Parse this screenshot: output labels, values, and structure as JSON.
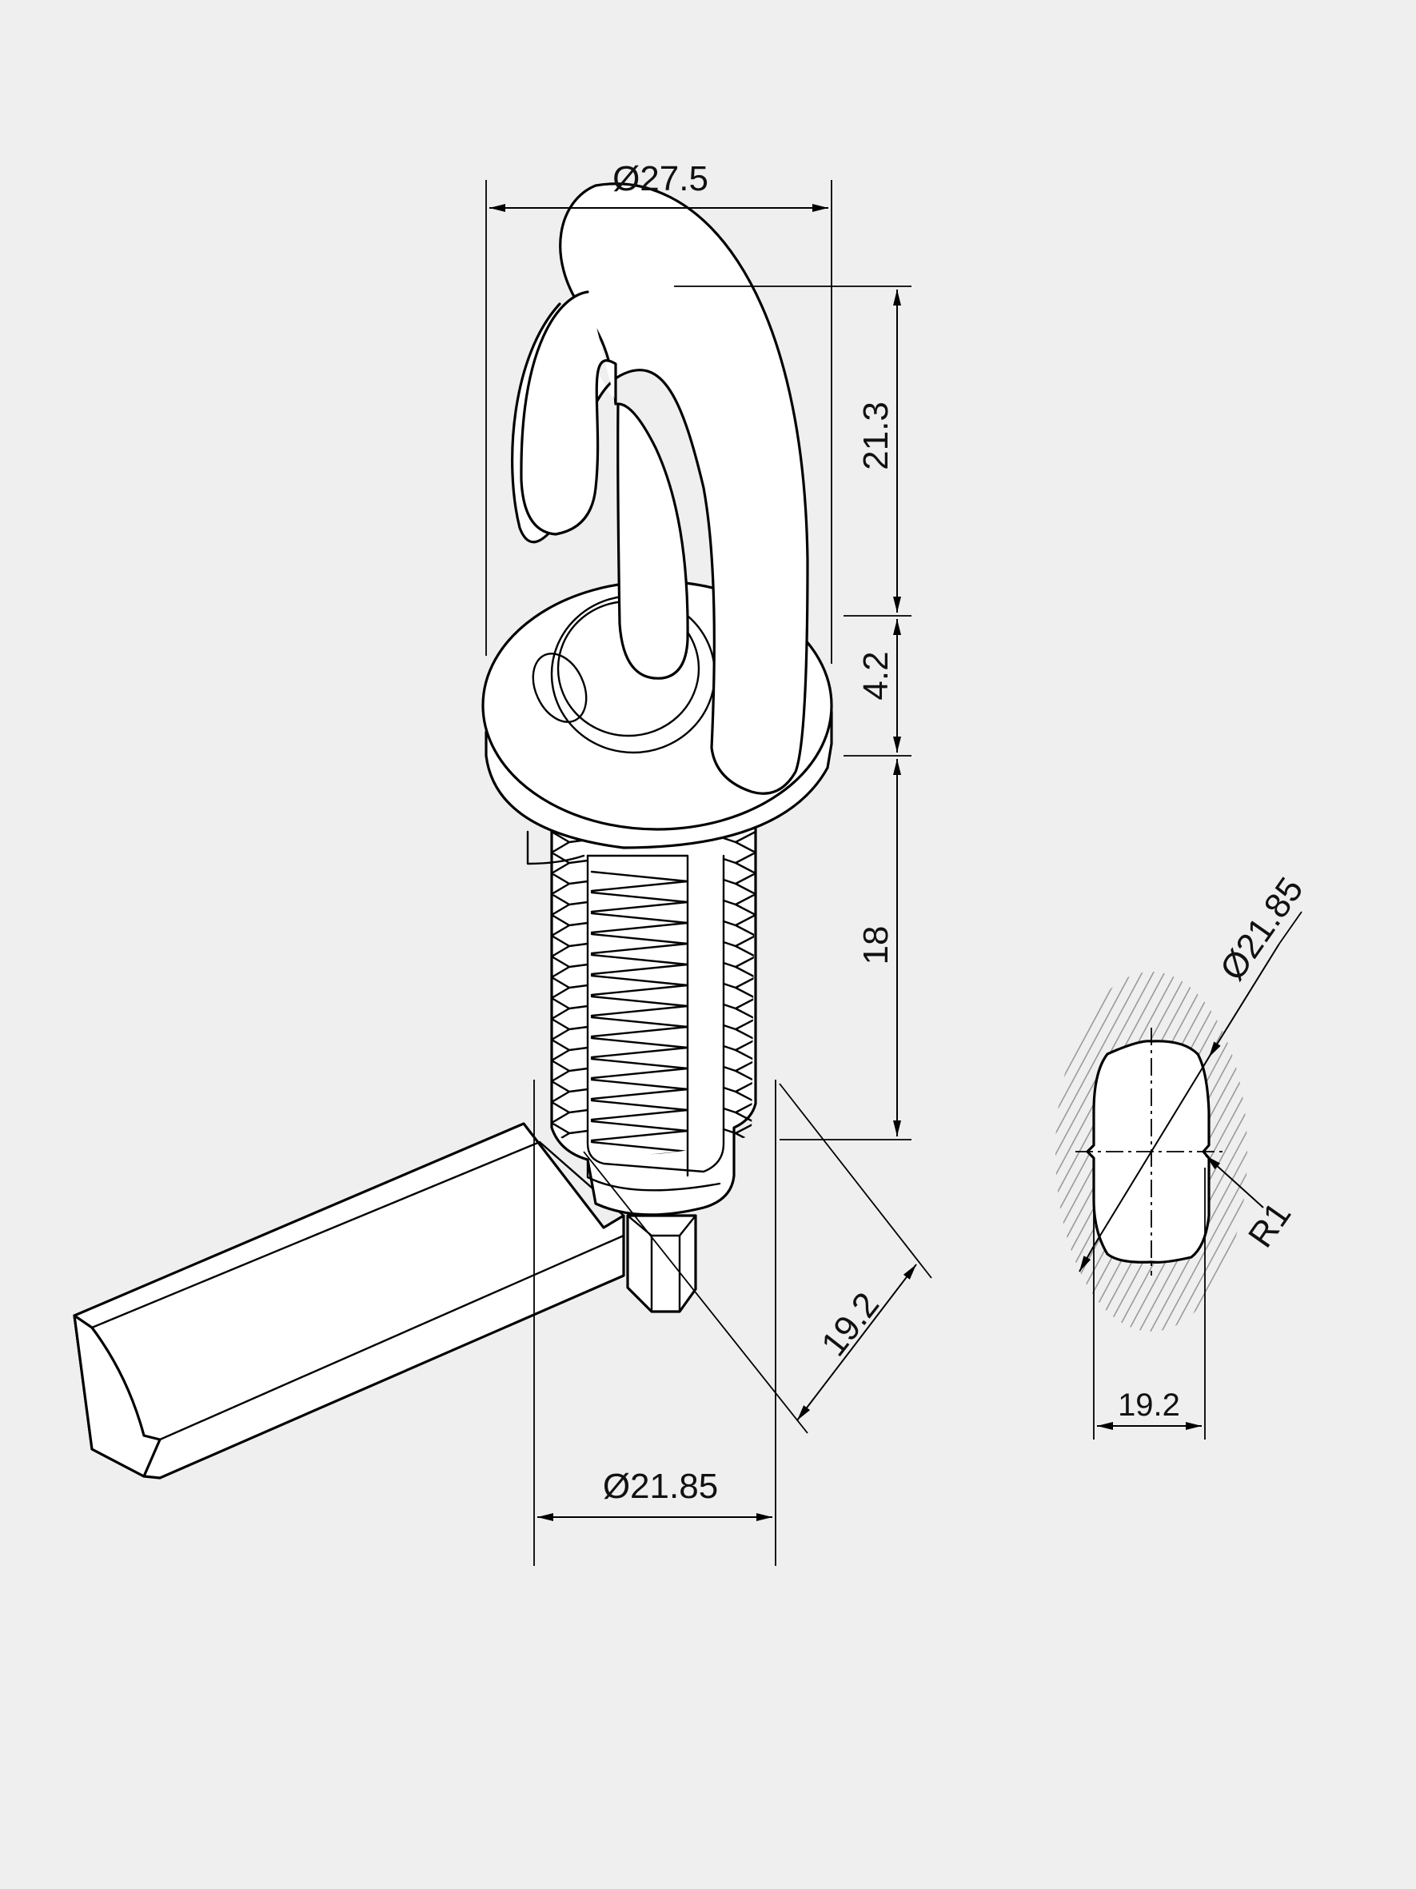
{
  "dimensions": {
    "flange_diameter": "Ø27.5",
    "hook_height": "21.3",
    "flange_thickness": "4.2",
    "body_length": "18",
    "body_diameter": "Ø21.85",
    "flat_width_iso": "19.2",
    "section_diameter": "Ø21.85",
    "section_radius": "R1",
    "section_flat_width": "19.2"
  },
  "colors": {
    "background": "#efefef",
    "line": "#000000",
    "part_fill": "#ffffff"
  }
}
